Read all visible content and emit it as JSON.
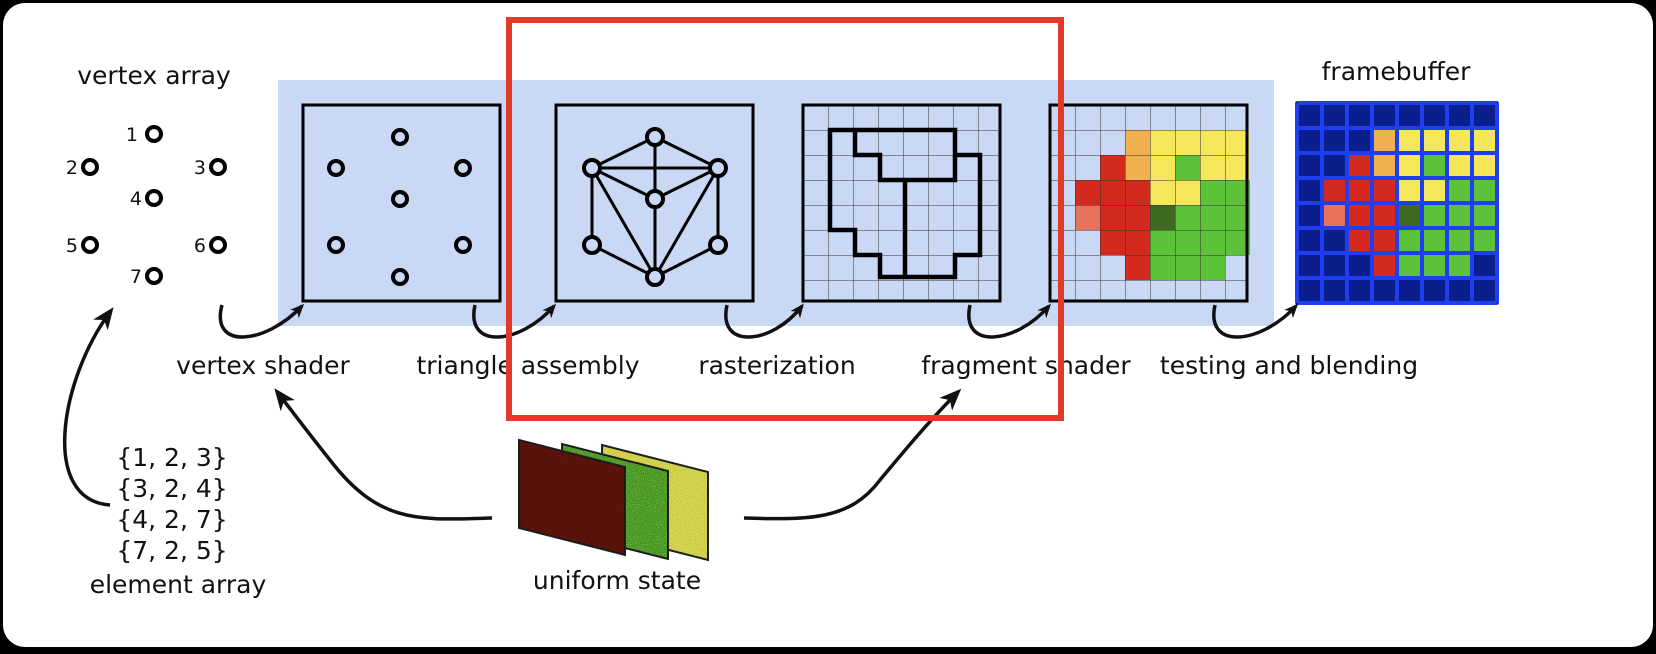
{
  "vertex_array": {
    "title": "vertex array",
    "vertices": [
      {
        "label": "1"
      },
      {
        "label": "2"
      },
      {
        "label": "3"
      },
      {
        "label": "4"
      },
      {
        "label": "5"
      },
      {
        "label": "6"
      },
      {
        "label": "7"
      }
    ]
  },
  "element_array": {
    "title": "element array",
    "rows": [
      "{1, 2, 3}",
      "{3, 2, 4}",
      "{4, 2, 7}",
      "{7, 2, 5}"
    ]
  },
  "stages": {
    "vertex_shader": "vertex shader",
    "triangle_assembly": "triangle assembly",
    "rasterization": "rasterization",
    "fragment_shader": "fragment shader",
    "testing_blending": "testing and blending"
  },
  "framebuffer": {
    "title": "framebuffer"
  },
  "uniform_state": {
    "title": "uniform state"
  },
  "colors": {
    "pipeline_band": "#c9d8f5",
    "highlight_box": "#e03b2a",
    "framebuffer_bg": "#0a1e8c",
    "framebuffer_grid": "#1d3ff0",
    "texture_red": "#7a1a0e",
    "texture_green": "#6fd83a",
    "texture_yellow": "#f2f25a"
  }
}
